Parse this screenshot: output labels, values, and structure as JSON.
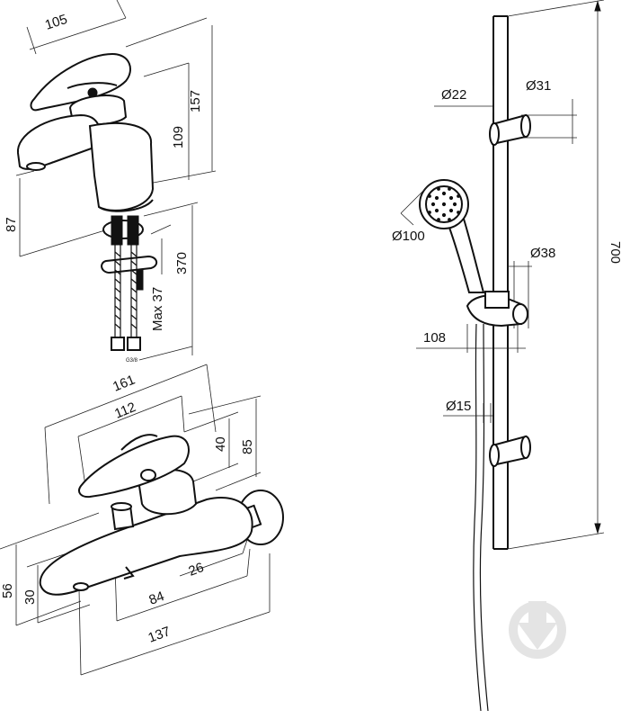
{
  "diagram": {
    "basin_mixer": {
      "labels": {
        "width": "105",
        "total_height": "157",
        "body_height": "109",
        "spout_height": "87",
        "hose_length": "370",
        "max_thickness": "Max 37",
        "thread": "G3/8"
      }
    },
    "bath_mixer": {
      "labels": {
        "overall_width": "161",
        "inner_width": "112",
        "lever_height": "40",
        "total_height": "85",
        "spout_height": "56",
        "spout_inner": "30",
        "wall_offset": "26",
        "center_distance": "84",
        "spout_reach": "137"
      }
    },
    "shower_rail": {
      "labels": {
        "rail_diameter": "Ø22",
        "bracket_diameter": "Ø31",
        "head_diameter": "Ø100",
        "slider_diameter": "Ø38",
        "slider_offset": "108",
        "hose_diameter": "Ø15",
        "rail_length": "700"
      }
    },
    "watermark": {
      "icon": "download-arrow-icon",
      "color": "#e4e4e4"
    }
  }
}
